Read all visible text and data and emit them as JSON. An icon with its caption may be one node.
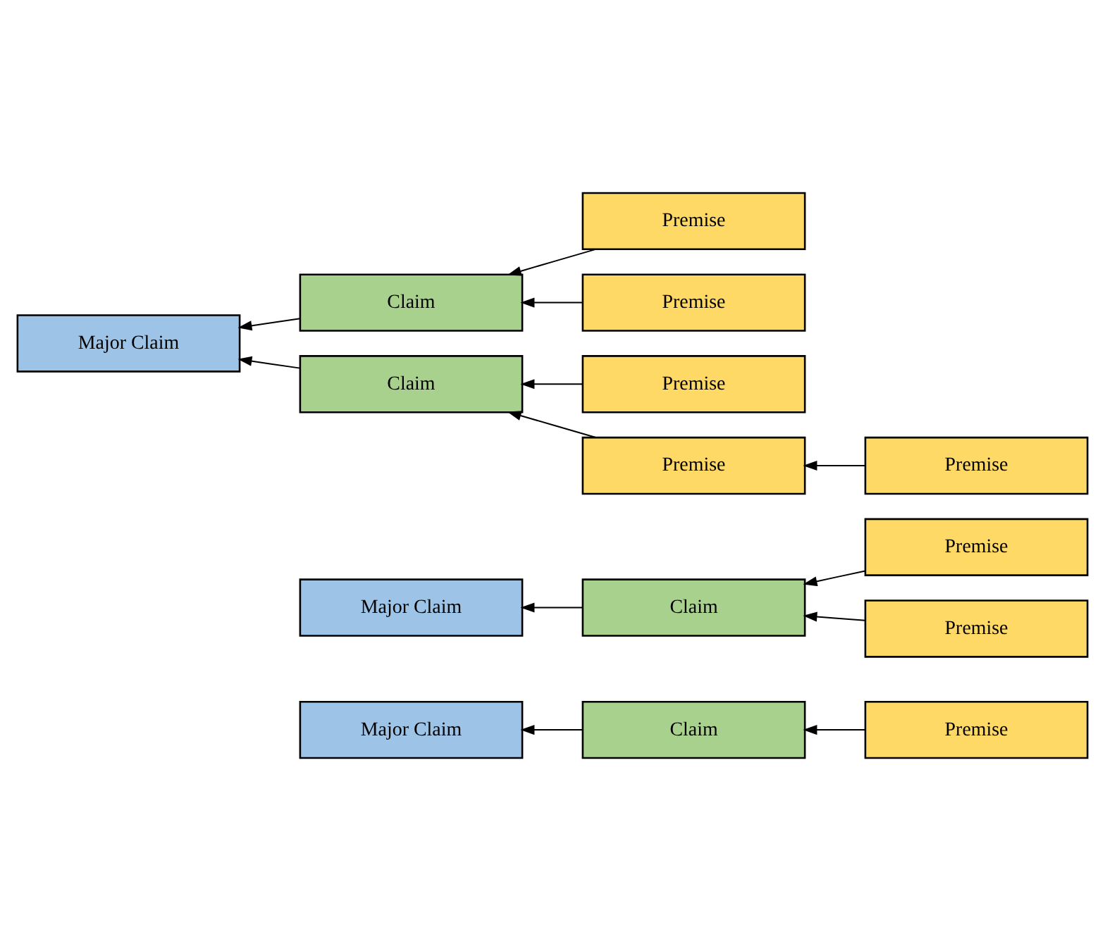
{
  "diagram": {
    "nodes": [
      {
        "text": [
          "Major Claim"
        ]
      },
      {
        "text": [
          "Claim"
        ]
      },
      {
        "text": [
          "Premise"
        ]
      },
      {
        "text": [
          "Major Claim"
        ]
      },
      {
        "text": [
          "Claim"
        ]
      },
      {
        "text": [
          "Premise"
        ]
      },
      {
        "text": [
          "Premise"
        ]
      },
      {
        "text": [
          "Major Claim"
        ]
      },
      {
        "text": [
          "Claim"
        ]
      },
      {
        "text": [
          "Premise"
        ]
      },
      {
        "text": [
          "Claim"
        ]
      },
      {
        "text": [
          "Premise"
        ]
      },
      {
        "text": [
          "Premise"
        ]
      },
      {
        "text": [
          "Premise"
        ]
      },
      {
        "text": [
          "Premise"
        ]
      }
    ],
    "edges": [
      {
        "from": 1,
        "to": 0,
        "arrow": "to"
      },
      {
        "from": 2,
        "to": 1,
        "arrow": "to"
      },
      {
        "from": 4,
        "to": 3,
        "arrow": "to"
      },
      {
        "from": 5,
        "to": 4,
        "arrow": "to"
      },
      {
        "from": 6,
        "to": 4,
        "arrow": "to"
      },
      {
        "from": 8,
        "to": 7,
        "arrow": "to"
      },
      {
        "from": 10,
        "to": 7,
        "arrow": "to"
      },
      {
        "from": 9,
        "to": 8,
        "arrow": "to"
      },
      {
        "from": 11,
        "to": 8,
        "arrow": "to"
      },
      {
        "from": 12,
        "to": 10,
        "arrow": "to"
      },
      {
        "from": 13,
        "to": 10,
        "arrow": "to"
      },
      {
        "from": 14,
        "to": 13,
        "arrow": "to"
      }
    ]
  }
}
